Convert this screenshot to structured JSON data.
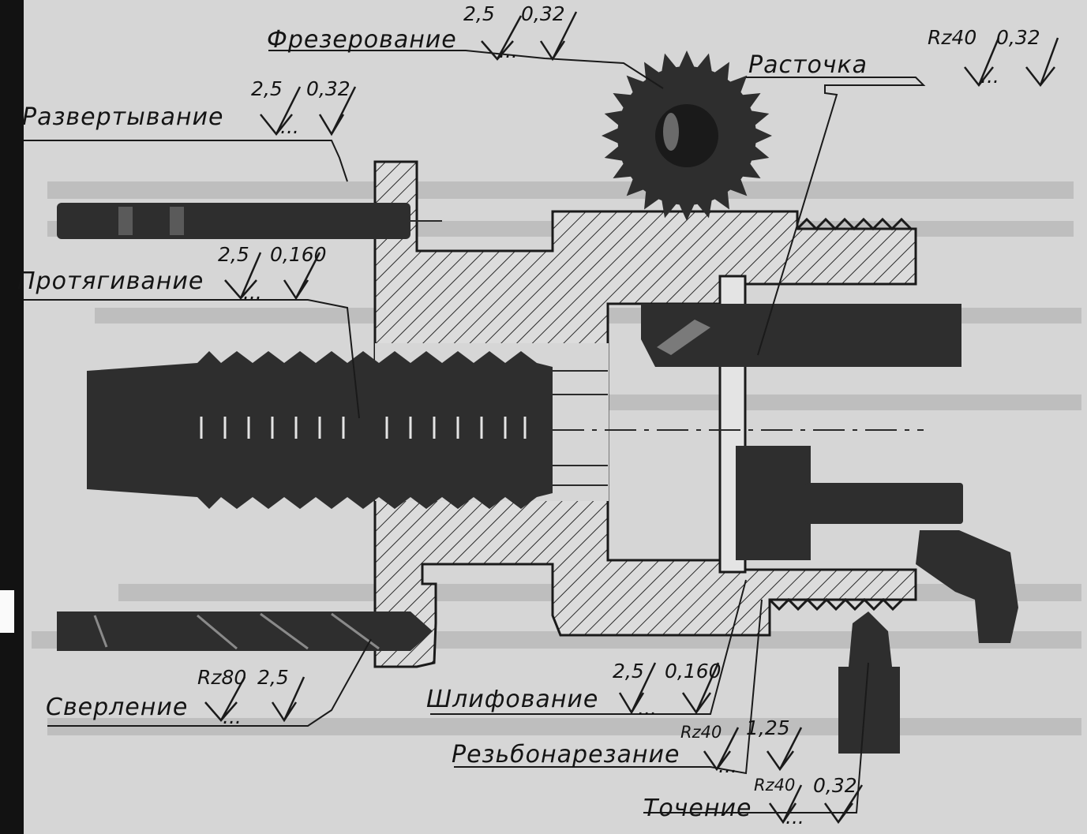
{
  "operations": {
    "milling": {
      "name": "Фрезерование",
      "v1": "2,5",
      "v2": "0,32"
    },
    "boring": {
      "name": "Расточка",
      "v1": "Rz40",
      "v2": "0,32"
    },
    "reaming": {
      "name": "Развертывание",
      "v1": "2,5",
      "v2": "0,32"
    },
    "broaching": {
      "name": "Протягивание",
      "v1": "2,5",
      "v2": "0,160"
    },
    "drilling": {
      "name": "Сверление",
      "v1": "Rz80",
      "v2": "2,5"
    },
    "grinding": {
      "name": "Шлифование",
      "v1": "2,5",
      "v2": "0,160"
    },
    "threading": {
      "name": "Резьбонарезание",
      "v1": "Rz40",
      "v2": "1,25"
    },
    "turning": {
      "name": "Точение",
      "v1": "Rz40",
      "v2": "0,32"
    }
  },
  "symbol_text": "...",
  "colors": {
    "paper": "#d6d6d6",
    "ink": "#141414",
    "tool": "#2e2e2e"
  }
}
